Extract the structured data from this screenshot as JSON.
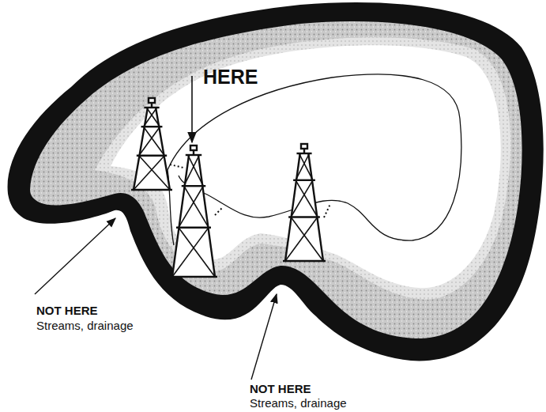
{
  "diagram": {
    "labels": [
      "HERE",
      "NOT HERE",
      "Streams, drainage",
      "NOT HERE",
      "Streams, drainage"
    ]
  }
}
